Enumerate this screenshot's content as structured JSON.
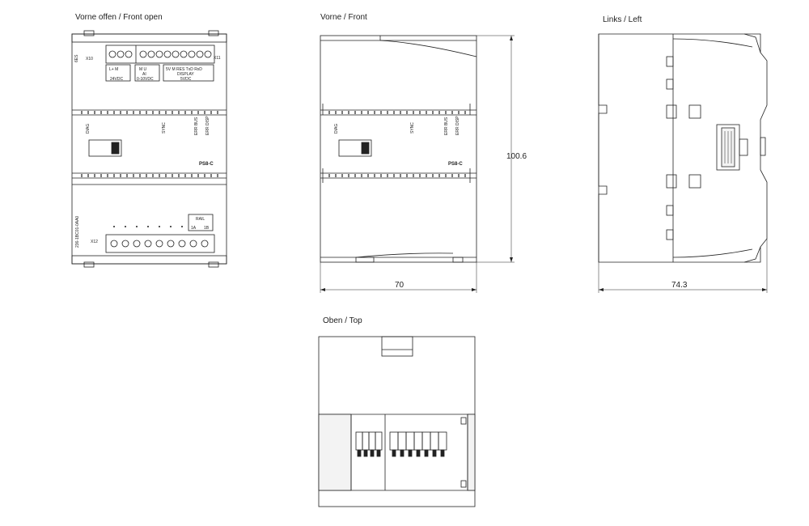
{
  "views": {
    "front_open": {
      "title": "Vorne offen / Front open"
    },
    "front": {
      "title": "Vorne / Front"
    },
    "left": {
      "title": "Links / Left"
    },
    "top": {
      "title": "Oben / Top"
    }
  },
  "dimensions": {
    "height": "100.6",
    "width_front": "70",
    "depth_left": "74.3"
  },
  "module": {
    "name": "PS8-C",
    "connector_x10": "X10",
    "connector_x11": "X11",
    "connector_x12": "X12",
    "terminal_24v": "L+   M",
    "label_24vdc": "24VDC",
    "terminal_ai": "M    U",
    "label_ai": "AI",
    "label_0_10vdc": "0-10VDC",
    "terminal_bus": "5V  M  RES  TxD  RxD",
    "label_display": "DISPLAY",
    "label_5vdc": "5VDC",
    "led_diag": "DIAG",
    "led_sync": "SYNC",
    "led_err_bus": "ERR BUS",
    "led_err_disp": "ERR DISP",
    "label_rail": "RAIL",
    "label_1a": "1A",
    "label_1b": "1B",
    "part_number": "236-1BC01-0AA0",
    "side_mark": "6ES"
  },
  "colors": {
    "line": "#222222",
    "body_fill": "#ffffff",
    "panel_fill": "#f3f3f3"
  }
}
